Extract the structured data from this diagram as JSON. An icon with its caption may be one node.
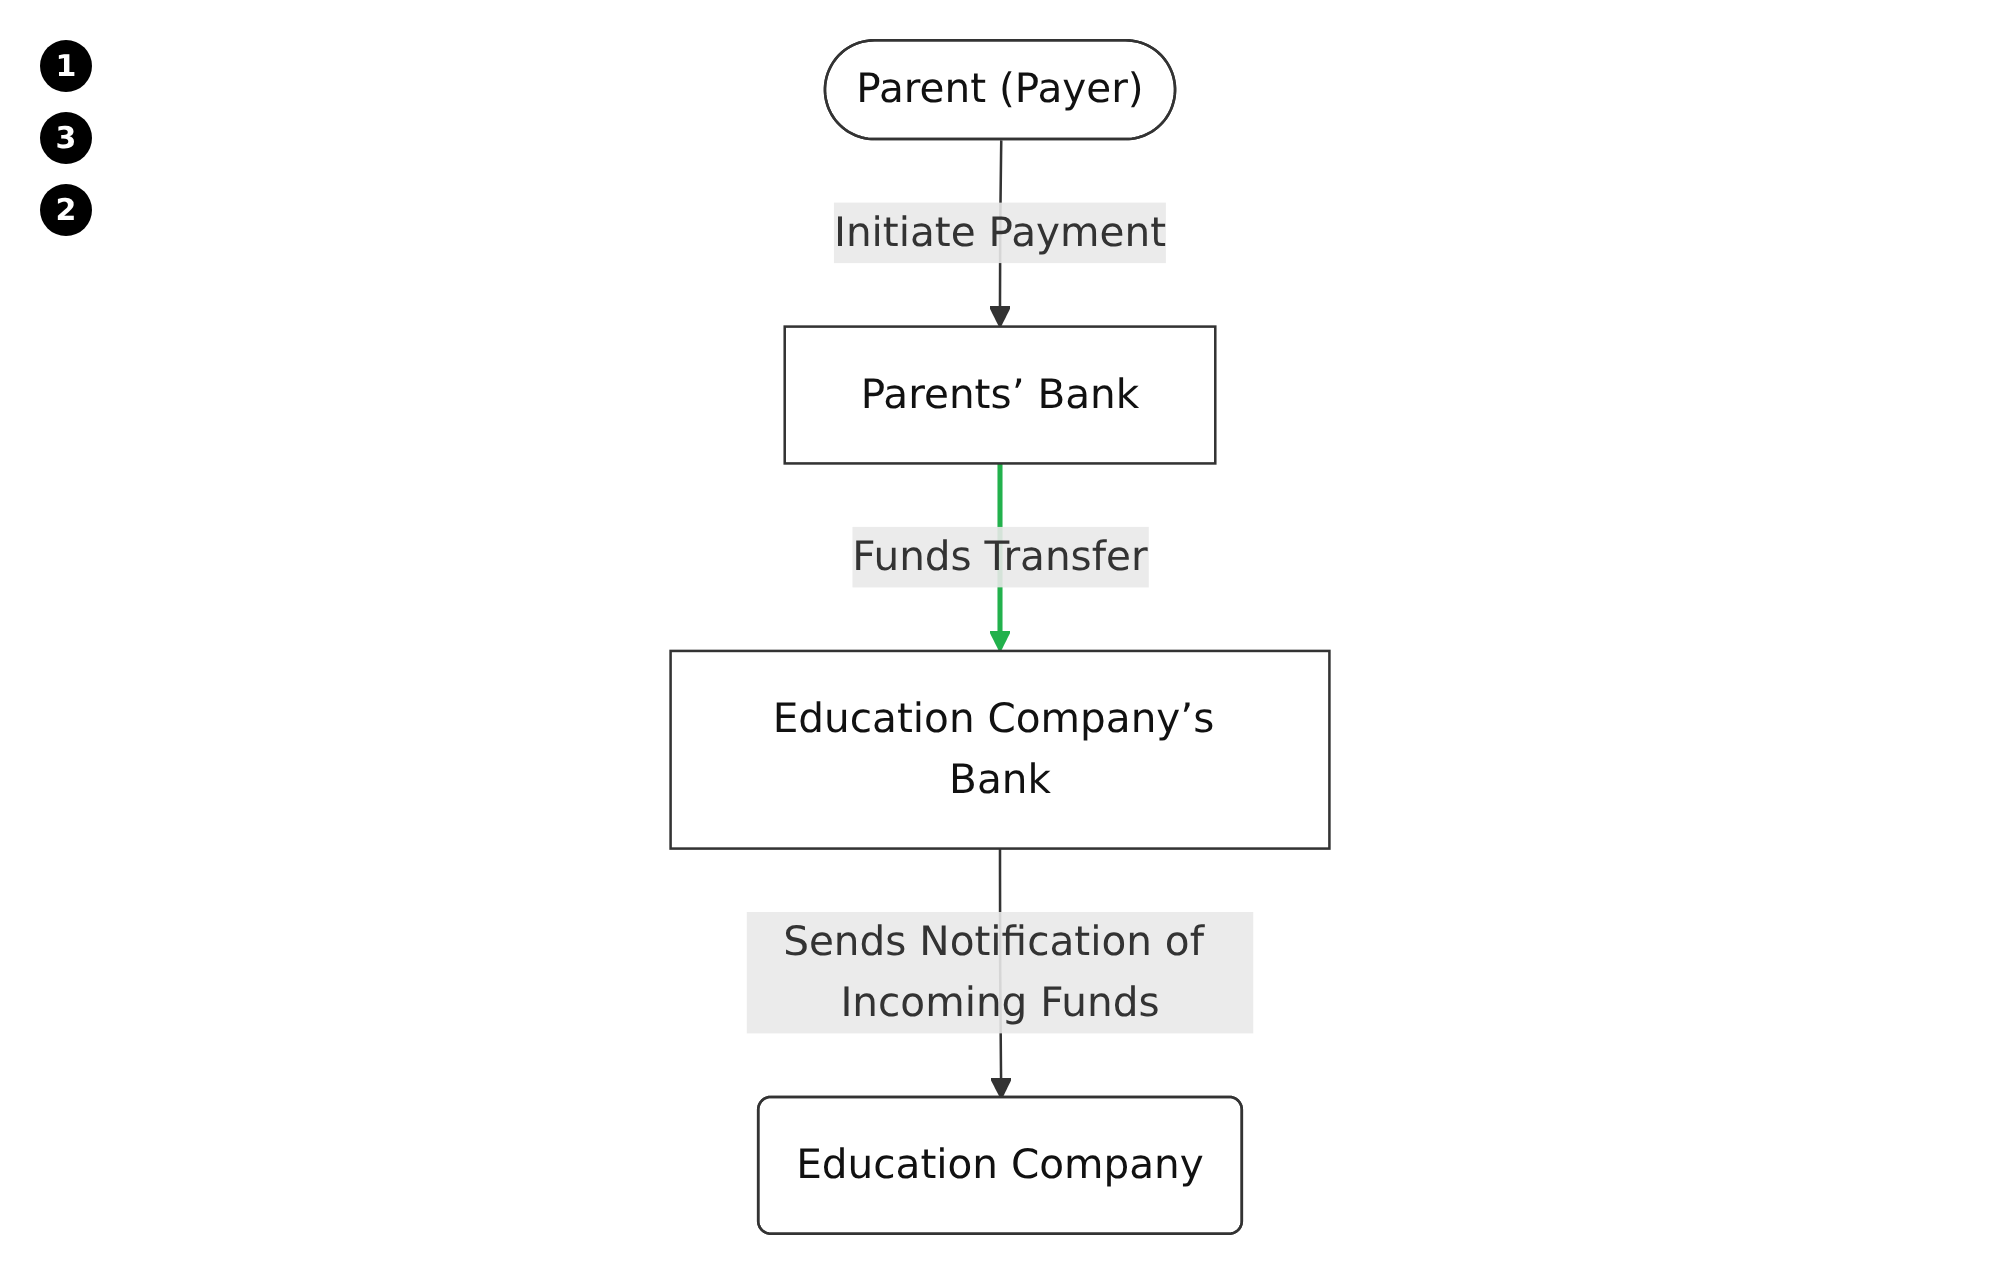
{
  "diagram": {
    "nodes": [
      {
        "text": [
          "Education Company"
        ]
      },
      {
        "text": [
          "Parent (Payer)"
        ]
      },
      {
        "text": [
          "Education Company’s Bank"
        ]
      },
      {
        "text": [
          "Parents’ Bank"
        ]
      }
    ],
    "edges": [
      {
        "from": 1,
        "to": 3,
        "arrow": "to",
        "label": "Initiate Payment"
      },
      {
        "from": 3,
        "to": 2,
        "arrow": "to",
        "label": "Funds Transfer",
        "color": "#22b14c"
      },
      {
        "from": 2,
        "to": 0,
        "arrow": "to",
        "label": "Sends Notification of Incoming Funds"
      }
    ],
    "labels": [
      "1",
      "3",
      "2"
    ]
  }
}
